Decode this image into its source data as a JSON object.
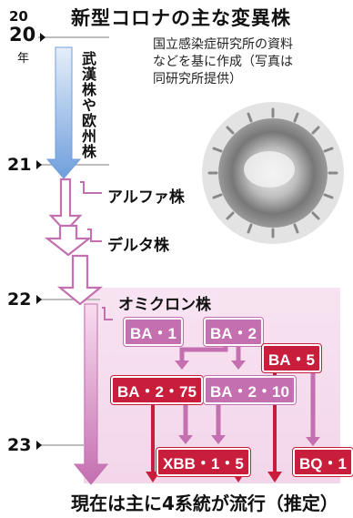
{
  "title": "新型コロナの主な変異株",
  "source": {
    "line1": "国立感染症研究所の資料",
    "line2": "などを基に作成（写真は",
    "line3": "同研究所提供）"
  },
  "timeline": {
    "year_2020_small": "20",
    "year_2020_big": "20",
    "year_unit": "年",
    "year_2021": "21",
    "year_2022": "22",
    "year_2023": "23"
  },
  "variants": {
    "wuhan_europe": "武漢株や欧州株",
    "alpha": "アルファ株",
    "delta": "デルタ株",
    "omicron": "オミクロン株",
    "ba1": "BA・1",
    "ba2": "BA・2",
    "ba5": "BA・5",
    "ba275": "BA・2・75",
    "ba210": "BA・2・10",
    "xbb15": "XBB・1・5",
    "bq1": "BQ・1"
  },
  "footer": "現在は主に4系統が流行（推定）",
  "colors": {
    "blue": "#7fa8dd",
    "light_pink": "#f4d9ec",
    "purple": "#c46fb0",
    "red": "#c81e3c"
  }
}
